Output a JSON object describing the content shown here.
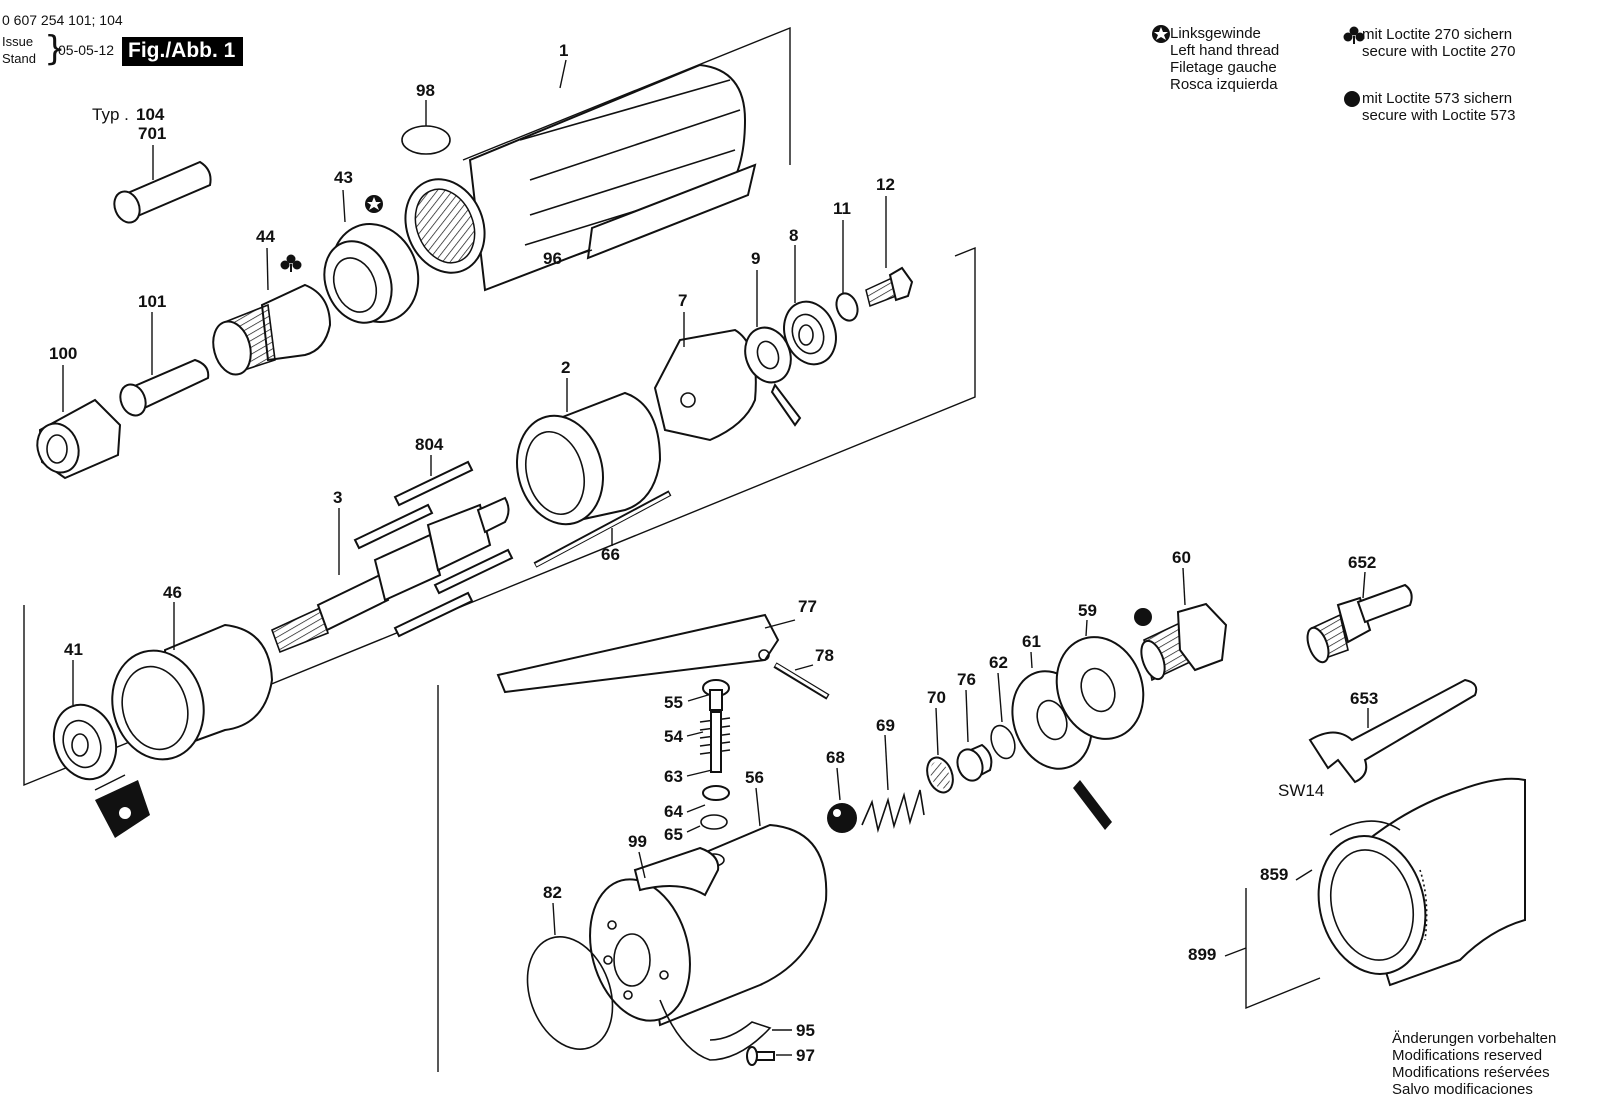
{
  "header": {
    "doc_number": "0 607 254 101; 104",
    "issue_label": "Issue",
    "stand_label": "Stand",
    "date": "05-05-12",
    "figure": "Fig./Abb. 1"
  },
  "legend": {
    "left_hand_thread": [
      "Linksgewinde",
      "Left hand thread",
      "Filetage gauche",
      "Rosca izquierda"
    ],
    "loctite_270": [
      "mit Loctite 270 sichern",
      "secure with Loctite 270"
    ],
    "loctite_573": [
      "mit Loctite 573 sichern",
      "secure with Loctite 573"
    ]
  },
  "notes": [
    "Änderungen vorbehalten",
    "Modifications reserved",
    "Modifications reśervées",
    "Salvo modificaciones"
  ],
  "type_label": "Typ .",
  "wrench_size": "SW14",
  "parts": {
    "p1": "1",
    "p2": "2",
    "p3": "3",
    "p7": "7",
    "p8": "8",
    "p9": "9",
    "p11": "11",
    "p12": "12",
    "p41": "41",
    "p43": "43",
    "p44": "44",
    "p46": "46",
    "p54": "54",
    "p55": "55",
    "p56": "56",
    "p59": "59",
    "p60": "60",
    "p61": "61",
    "p62": "62",
    "p63": "63",
    "p64": "64",
    "p65": "65",
    "p66": "66",
    "p68": "68",
    "p69": "69",
    "p70": "70",
    "p76": "76",
    "p77": "77",
    "p78": "78",
    "p82": "82",
    "p95": "95",
    "p96": "96",
    "p97": "97",
    "p98": "98",
    "p99": "99",
    "p100": "100",
    "p101": "101",
    "p104": "104",
    "p652": "652",
    "p653": "653",
    "p701": "701",
    "p804": "804",
    "p859": "859",
    "p899": "899"
  }
}
